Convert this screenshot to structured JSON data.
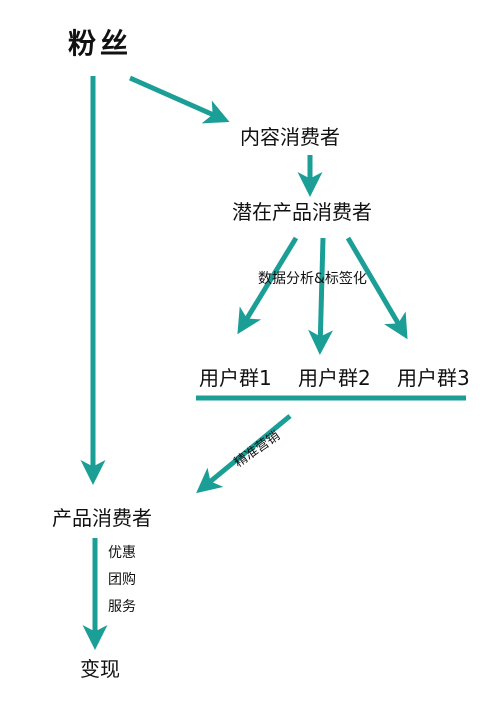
{
  "diagram": {
    "accent_color": "#1a9e96",
    "text_color": "#111111",
    "nodes": {
      "fans": "粉丝",
      "content_consumer": "内容消费者",
      "potential_product_consumer": "潜在产品消费者",
      "tagging_label": "数据分析&标签化",
      "groups": [
        "用户群1",
        "用户群2",
        "用户群3"
      ],
      "precision_marketing_label": "精准营销",
      "product_consumer": "产品消费者",
      "side_items": [
        "优惠",
        "团购",
        "服务"
      ],
      "monetize": "变现"
    }
  }
}
